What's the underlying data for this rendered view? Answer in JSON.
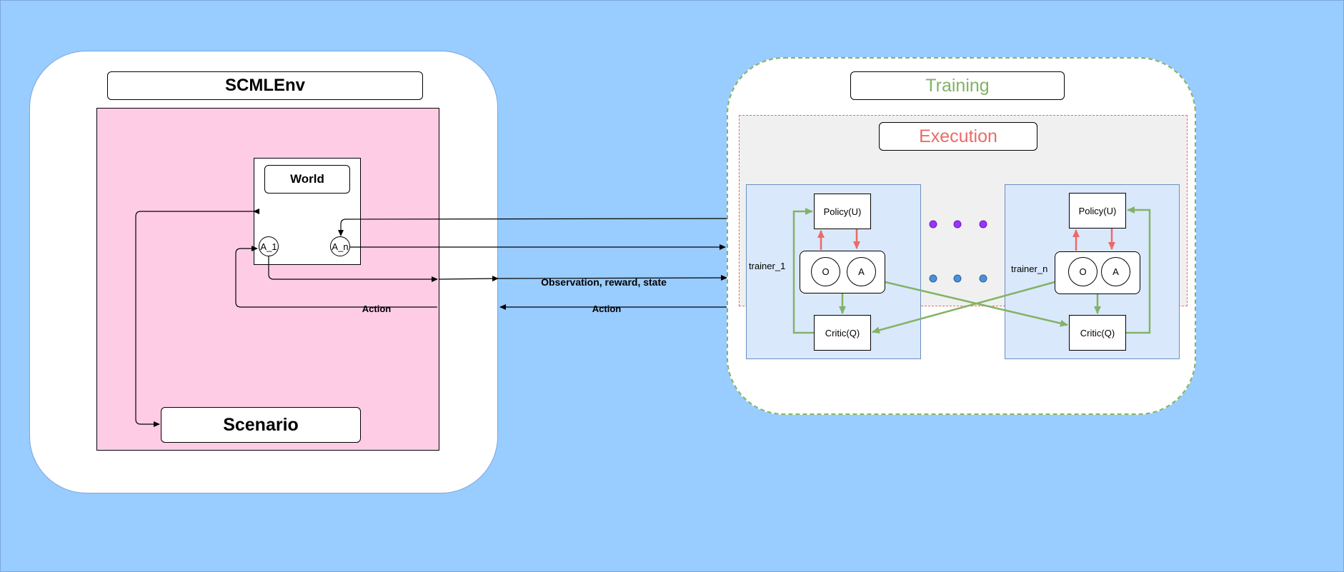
{
  "env": {
    "title": "SCMLEnv",
    "world_label": "World",
    "scenario_label": "Scenario",
    "agent_first": "A_1",
    "agent_last": "A_n"
  },
  "flows": {
    "observation": "Observation, reward, state",
    "action_outer": "Action",
    "action_inner": "Action"
  },
  "training": {
    "title": "Training",
    "execution": "Execution",
    "trainers": [
      {
        "name": "trainer_1",
        "policy": "Policy(U)",
        "critic": "Critic(Q)",
        "obs": "O",
        "act": "A"
      },
      {
        "name": "trainer_n",
        "policy": "Policy(U)",
        "critic": "Critic(Q)",
        "obs": "O",
        "act": "A"
      }
    ]
  },
  "colors": {
    "background": "#99ccff",
    "env_panel": "#ffcce6",
    "training_border": "#82b366",
    "execution_border": "#ea6b66",
    "execution_text": "#ea6b66",
    "training_text": "#82b366",
    "trainer_fill": "#dae8fc",
    "dots_top": "#9933ff",
    "dots_bottom": "#4a90d9"
  }
}
